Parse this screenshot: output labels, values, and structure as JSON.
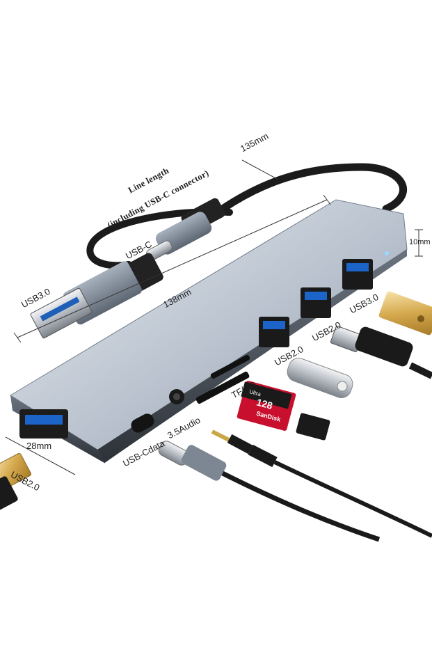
{
  "annotations": {
    "line_length_title": "Line length",
    "line_length_sub": "(including USB-C connector)",
    "line_length_value": "135mm",
    "length_value": "138mm",
    "height_value": "10mm",
    "width_value": "28mm",
    "cable_usbc": "USB-C",
    "cable_usb3": "USB3.0"
  },
  "ports": {
    "usb2_front": "USB2.0",
    "usbc_data": "USB-Cdata",
    "audio": "3.5Audio",
    "tf_sd": "TF/SD",
    "usb2_a": "USB2.0",
    "usb2_b": "USB2.0",
    "usb3": "USB3.0"
  },
  "sd_card": {
    "brand": "SanDisk",
    "capacity": "128",
    "line": "Ultra"
  }
}
